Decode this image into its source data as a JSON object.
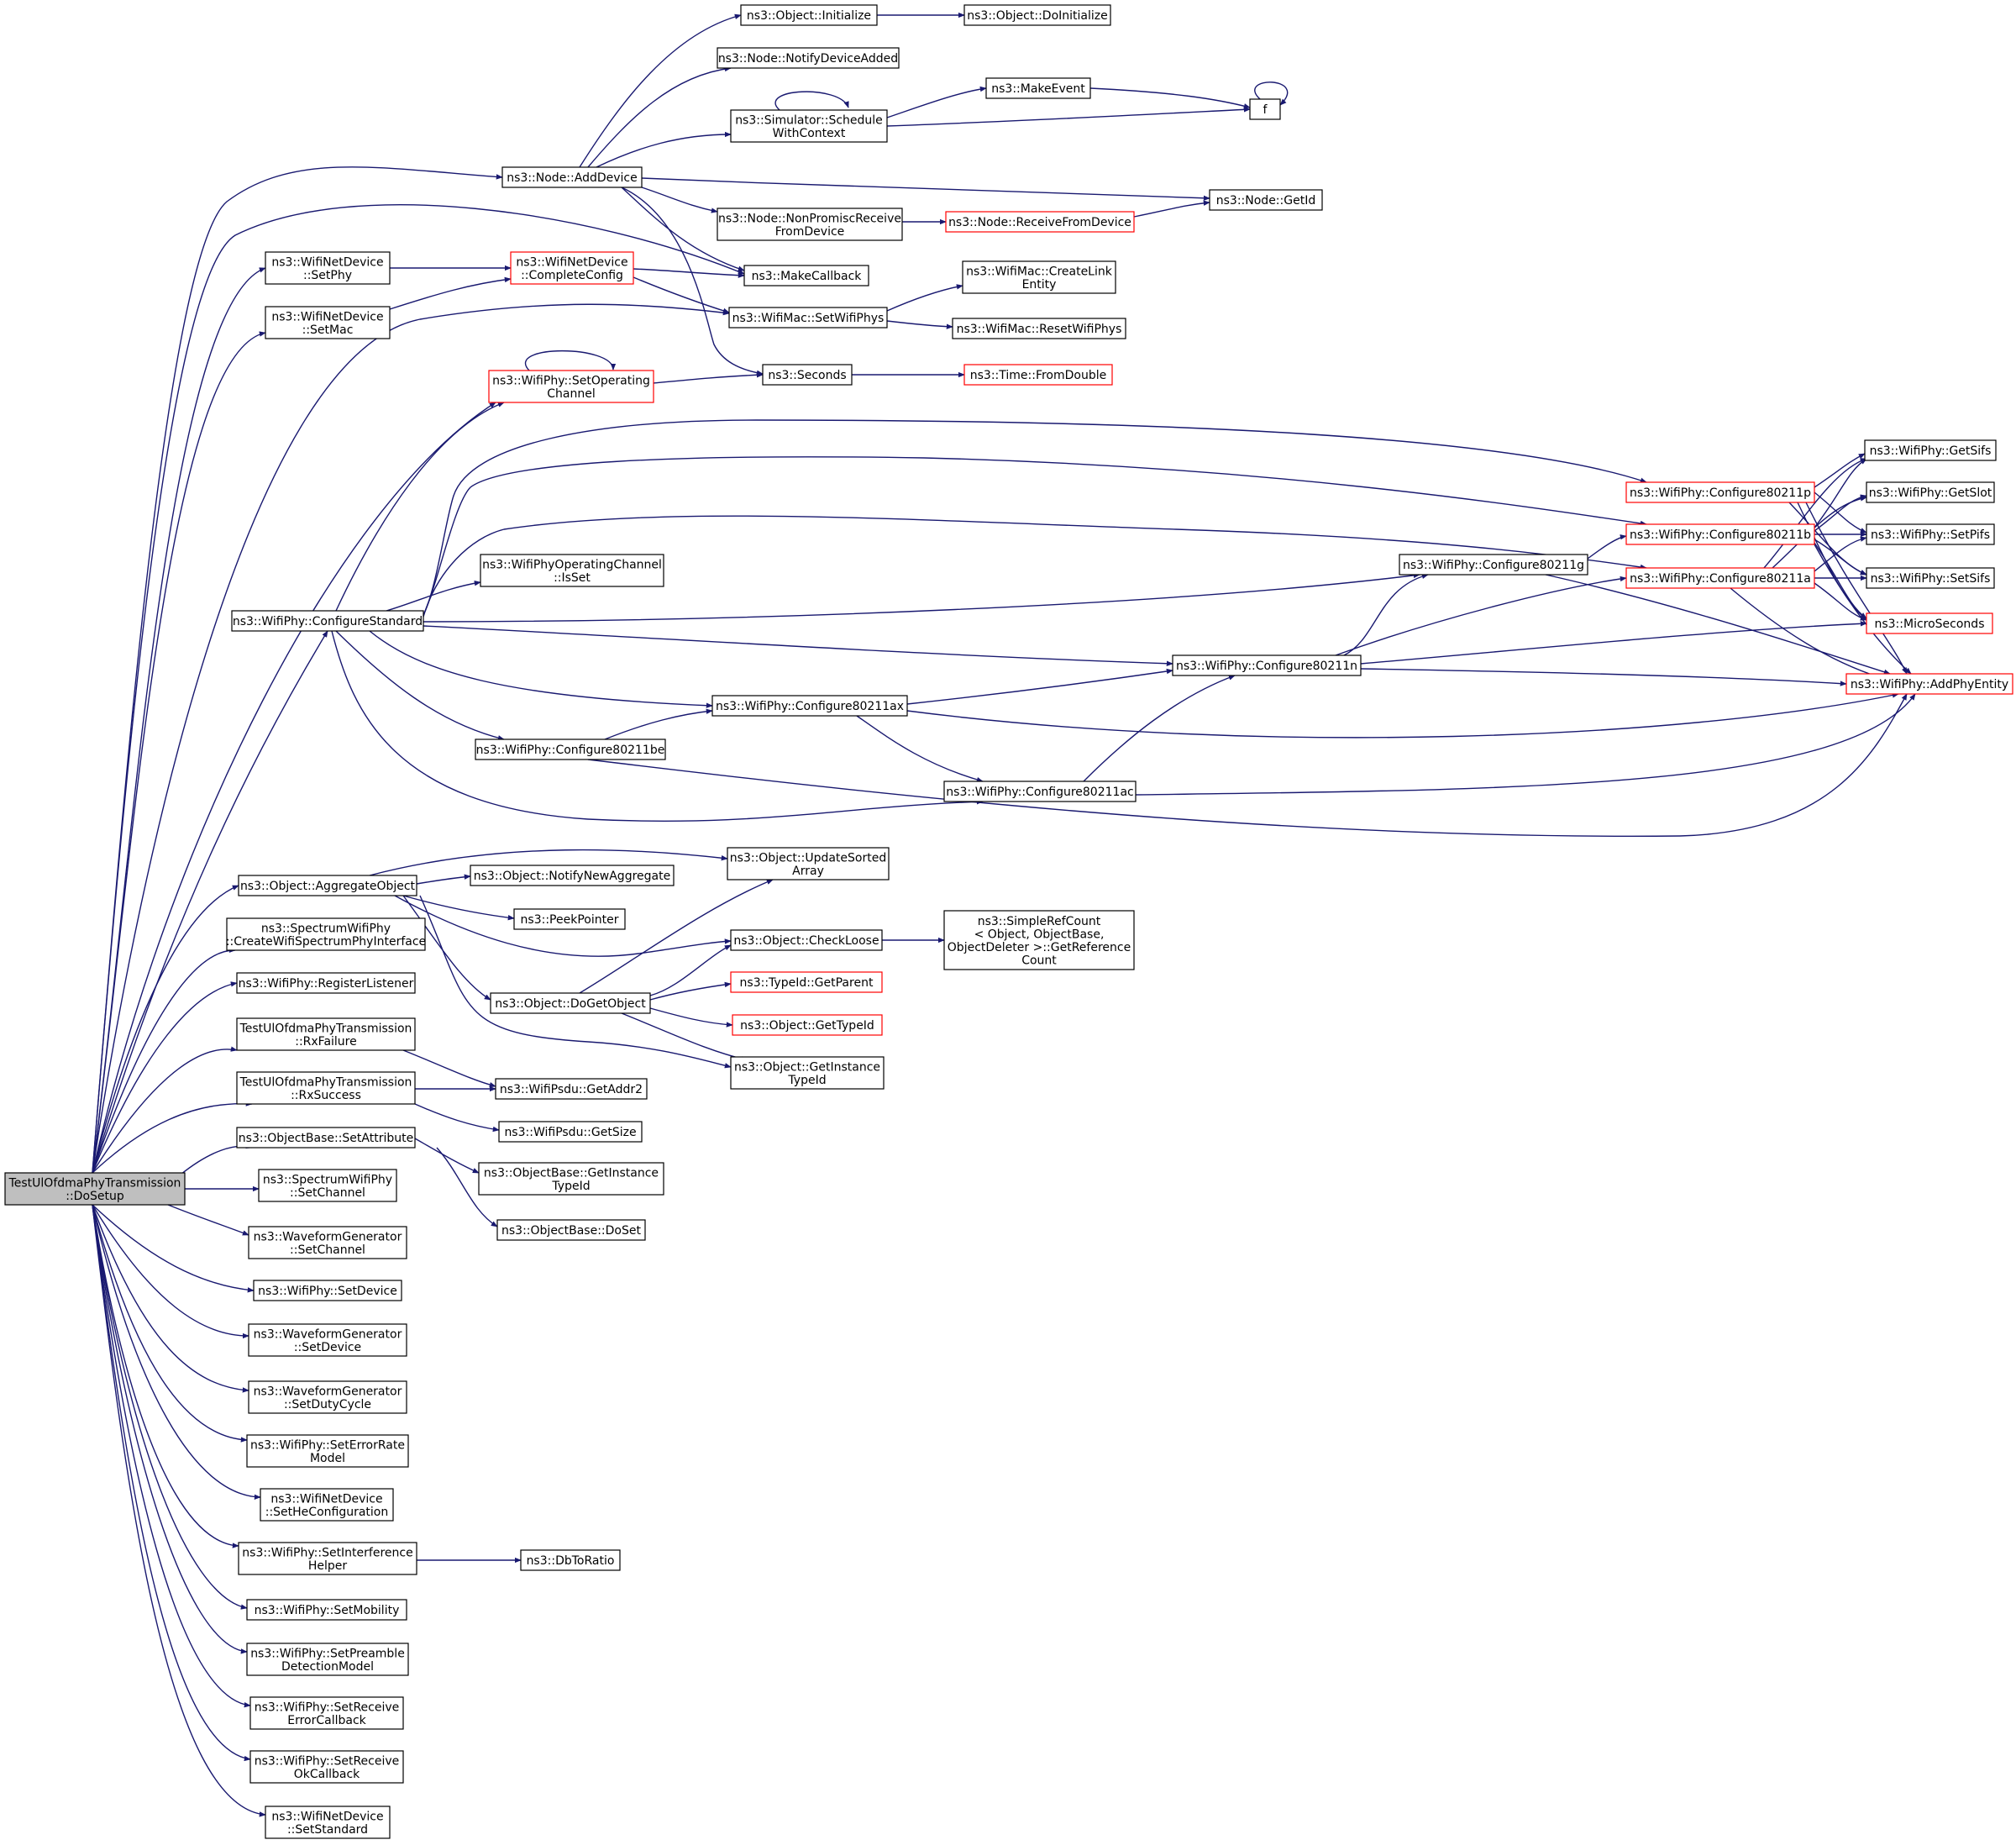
{
  "colors": {
    "edge": "#191970",
    "box_border": "#000000",
    "undocumented_border": "#ff0000",
    "root_fill": "#bfbfbf",
    "background": "#ffffff"
  },
  "nodes": [
    {
      "id": "root",
      "lines": [
        "TestUlOfdmaPhyTransmission",
        "::DoSetup"
      ],
      "style": "root"
    },
    {
      "id": "addDevice",
      "lines": [
        "ns3::Node::AddDevice"
      ],
      "style": "normal"
    },
    {
      "id": "initialize",
      "lines": [
        "ns3::Object::Initialize"
      ],
      "style": "normal"
    },
    {
      "id": "doInitialize",
      "lines": [
        "ns3::Object::DoInitialize"
      ],
      "style": "normal"
    },
    {
      "id": "notifyDeviceAdded",
      "lines": [
        "ns3::Node::NotifyDeviceAdded"
      ],
      "style": "normal"
    },
    {
      "id": "schedule",
      "lines": [
        "ns3::Simulator::Schedule",
        "WithContext"
      ],
      "style": "normal"
    },
    {
      "id": "makeEvent",
      "lines": [
        "ns3::MakeEvent"
      ],
      "style": "normal"
    },
    {
      "id": "f",
      "lines": [
        "f"
      ],
      "style": "normal"
    },
    {
      "id": "getId",
      "lines": [
        "ns3::Node::GetId"
      ],
      "style": "normal"
    },
    {
      "id": "nonPromisc",
      "lines": [
        "ns3::Node::NonPromiscReceive",
        "FromDevice"
      ],
      "style": "normal"
    },
    {
      "id": "receiveFromDevice",
      "lines": [
        "ns3::Node::ReceiveFromDevice"
      ],
      "style": "red"
    },
    {
      "id": "netSetPhy",
      "lines": [
        "ns3::WifiNetDevice",
        "::SetPhy"
      ],
      "style": "normal"
    },
    {
      "id": "netSetMac",
      "lines": [
        "ns3::WifiNetDevice",
        "::SetMac"
      ],
      "style": "normal"
    },
    {
      "id": "completeConfig",
      "lines": [
        "ns3::WifiNetDevice",
        "::CompleteConfig"
      ],
      "style": "red"
    },
    {
      "id": "makeCallback",
      "lines": [
        "ns3::MakeCallback"
      ],
      "style": "normal"
    },
    {
      "id": "setWifiPhys",
      "lines": [
        "ns3::WifiMac::SetWifiPhys"
      ],
      "style": "normal"
    },
    {
      "id": "createLink",
      "lines": [
        "ns3::WifiMac::CreateLink",
        "Entity"
      ],
      "style": "normal"
    },
    {
      "id": "resetWifiPhys",
      "lines": [
        "ns3::WifiMac::ResetWifiPhys"
      ],
      "style": "normal"
    },
    {
      "id": "setOperating",
      "lines": [
        "ns3::WifiPhy::SetOperating",
        "Channel"
      ],
      "style": "red"
    },
    {
      "id": "seconds",
      "lines": [
        "ns3::Seconds"
      ],
      "style": "normal"
    },
    {
      "id": "fromDouble",
      "lines": [
        "ns3::Time::FromDouble"
      ],
      "style": "red"
    },
    {
      "id": "configureStandard",
      "lines": [
        "ns3::WifiPhy::ConfigureStandard"
      ],
      "style": "normal"
    },
    {
      "id": "isSet",
      "lines": [
        "ns3::WifiPhyOperatingChannel",
        "::IsSet"
      ],
      "style": "normal"
    },
    {
      "id": "c11p",
      "lines": [
        "ns3::WifiPhy::Configure80211p"
      ],
      "style": "red"
    },
    {
      "id": "c11b",
      "lines": [
        "ns3::WifiPhy::Configure80211b"
      ],
      "style": "red"
    },
    {
      "id": "c11a",
      "lines": [
        "ns3::WifiPhy::Configure80211a"
      ],
      "style": "red"
    },
    {
      "id": "c11g",
      "lines": [
        "ns3::WifiPhy::Configure80211g"
      ],
      "style": "normal"
    },
    {
      "id": "c11n",
      "lines": [
        "ns3::WifiPhy::Configure80211n"
      ],
      "style": "normal"
    },
    {
      "id": "c11ax",
      "lines": [
        "ns3::WifiPhy::Configure80211ax"
      ],
      "style": "normal"
    },
    {
      "id": "c11be",
      "lines": [
        "ns3::WifiPhy::Configure80211be"
      ],
      "style": "normal"
    },
    {
      "id": "c11ac",
      "lines": [
        "ns3::WifiPhy::Configure80211ac"
      ],
      "style": "normal"
    },
    {
      "id": "getSifs",
      "lines": [
        "ns3::WifiPhy::GetSifs"
      ],
      "style": "normal"
    },
    {
      "id": "getSlot",
      "lines": [
        "ns3::WifiPhy::GetSlot"
      ],
      "style": "normal"
    },
    {
      "id": "setPifs",
      "lines": [
        "ns3::WifiPhy::SetPifs"
      ],
      "style": "normal"
    },
    {
      "id": "setSifs",
      "lines": [
        "ns3::WifiPhy::SetSifs"
      ],
      "style": "normal"
    },
    {
      "id": "microSeconds",
      "lines": [
        "ns3::MicroSeconds"
      ],
      "style": "red"
    },
    {
      "id": "addPhyEntity",
      "lines": [
        "ns3::WifiPhy::AddPhyEntity"
      ],
      "style": "red"
    },
    {
      "id": "aggregate",
      "lines": [
        "ns3::Object::AggregateObject"
      ],
      "style": "normal"
    },
    {
      "id": "updateSorted",
      "lines": [
        "ns3::Object::UpdateSorted",
        "Array"
      ],
      "style": "normal"
    },
    {
      "id": "notifyNewAgg",
      "lines": [
        "ns3::Object::NotifyNewAggregate"
      ],
      "style": "normal"
    },
    {
      "id": "peekPointer",
      "lines": [
        "ns3::PeekPointer"
      ],
      "style": "normal"
    },
    {
      "id": "checkLoose",
      "lines": [
        "ns3::Object::CheckLoose"
      ],
      "style": "normal"
    },
    {
      "id": "simpleRef",
      "lines": [
        "ns3::SimpleRefCount",
        "< Object, ObjectBase,",
        "ObjectDeleter >::GetReference",
        "Count"
      ],
      "style": "normal"
    },
    {
      "id": "doGetObject",
      "lines": [
        "ns3::Object::DoGetObject"
      ],
      "style": "normal"
    },
    {
      "id": "getParent",
      "lines": [
        "ns3::TypeId::GetParent"
      ],
      "style": "red"
    },
    {
      "id": "getTypeId",
      "lines": [
        "ns3::Object::GetTypeId"
      ],
      "style": "red"
    },
    {
      "id": "getInstanceTypeId",
      "lines": [
        "ns3::Object::GetInstance",
        "TypeId"
      ],
      "style": "normal"
    },
    {
      "id": "createIface",
      "lines": [
        "ns3::SpectrumWifiPhy",
        "::CreateWifiSpectrumPhyInterface"
      ],
      "style": "normal"
    },
    {
      "id": "registerListener",
      "lines": [
        "ns3::WifiPhy::RegisterListener"
      ],
      "style": "normal"
    },
    {
      "id": "rxFailure",
      "lines": [
        "TestUlOfdmaPhyTransmission",
        "::RxFailure"
      ],
      "style": "normal"
    },
    {
      "id": "rxSuccess",
      "lines": [
        "TestUlOfdmaPhyTransmission",
        "::RxSuccess"
      ],
      "style": "normal"
    },
    {
      "id": "getAddr2",
      "lines": [
        "ns3::WifiPsdu::GetAddr2"
      ],
      "style": "normal"
    },
    {
      "id": "getSize",
      "lines": [
        "ns3::WifiPsdu::GetSize"
      ],
      "style": "normal"
    },
    {
      "id": "setAttribute",
      "lines": [
        "ns3::ObjectBase::SetAttribute"
      ],
      "style": "normal"
    },
    {
      "id": "baseGetInstance",
      "lines": [
        "ns3::ObjectBase::GetInstance",
        "TypeId"
      ],
      "style": "normal"
    },
    {
      "id": "doSet",
      "lines": [
        "ns3::ObjectBase::DoSet"
      ],
      "style": "normal"
    },
    {
      "id": "spSetChannel",
      "lines": [
        "ns3::SpectrumWifiPhy",
        "::SetChannel"
      ],
      "style": "normal"
    },
    {
      "id": "wgSetChannel",
      "lines": [
        "ns3::WaveformGenerator",
        "::SetChannel"
      ],
      "style": "normal"
    },
    {
      "id": "phySetDevice",
      "lines": [
        "ns3::WifiPhy::SetDevice"
      ],
      "style": "normal"
    },
    {
      "id": "wgSetDevice",
      "lines": [
        "ns3::WaveformGenerator",
        "::SetDevice"
      ],
      "style": "normal"
    },
    {
      "id": "wgSetDuty",
      "lines": [
        "ns3::WaveformGenerator",
        "::SetDutyCycle"
      ],
      "style": "normal"
    },
    {
      "id": "setErrorRate",
      "lines": [
        "ns3::WifiPhy::SetErrorRate",
        "Model"
      ],
      "style": "normal"
    },
    {
      "id": "setHeConfig",
      "lines": [
        "ns3::WifiNetDevice",
        "::SetHeConfiguration"
      ],
      "style": "normal"
    },
    {
      "id": "setInterference",
      "lines": [
        "ns3::WifiPhy::SetInterference",
        "Helper"
      ],
      "style": "normal"
    },
    {
      "id": "dbToRatio",
      "lines": [
        "ns3::DbToRatio"
      ],
      "style": "normal"
    },
    {
      "id": "setMobility",
      "lines": [
        "ns3::WifiPhy::SetMobility"
      ],
      "style": "normal"
    },
    {
      "id": "setPreamble",
      "lines": [
        "ns3::WifiPhy::SetPreamble",
        "DetectionModel"
      ],
      "style": "normal"
    },
    {
      "id": "setRxError",
      "lines": [
        "ns3::WifiPhy::SetReceive",
        "ErrorCallback"
      ],
      "style": "normal"
    },
    {
      "id": "setRxOk",
      "lines": [
        "ns3::WifiPhy::SetReceive",
        "OkCallback"
      ],
      "style": "normal"
    },
    {
      "id": "setStandard",
      "lines": [
        "ns3::WifiNetDevice",
        "::SetStandard"
      ],
      "style": "normal"
    }
  ]
}
